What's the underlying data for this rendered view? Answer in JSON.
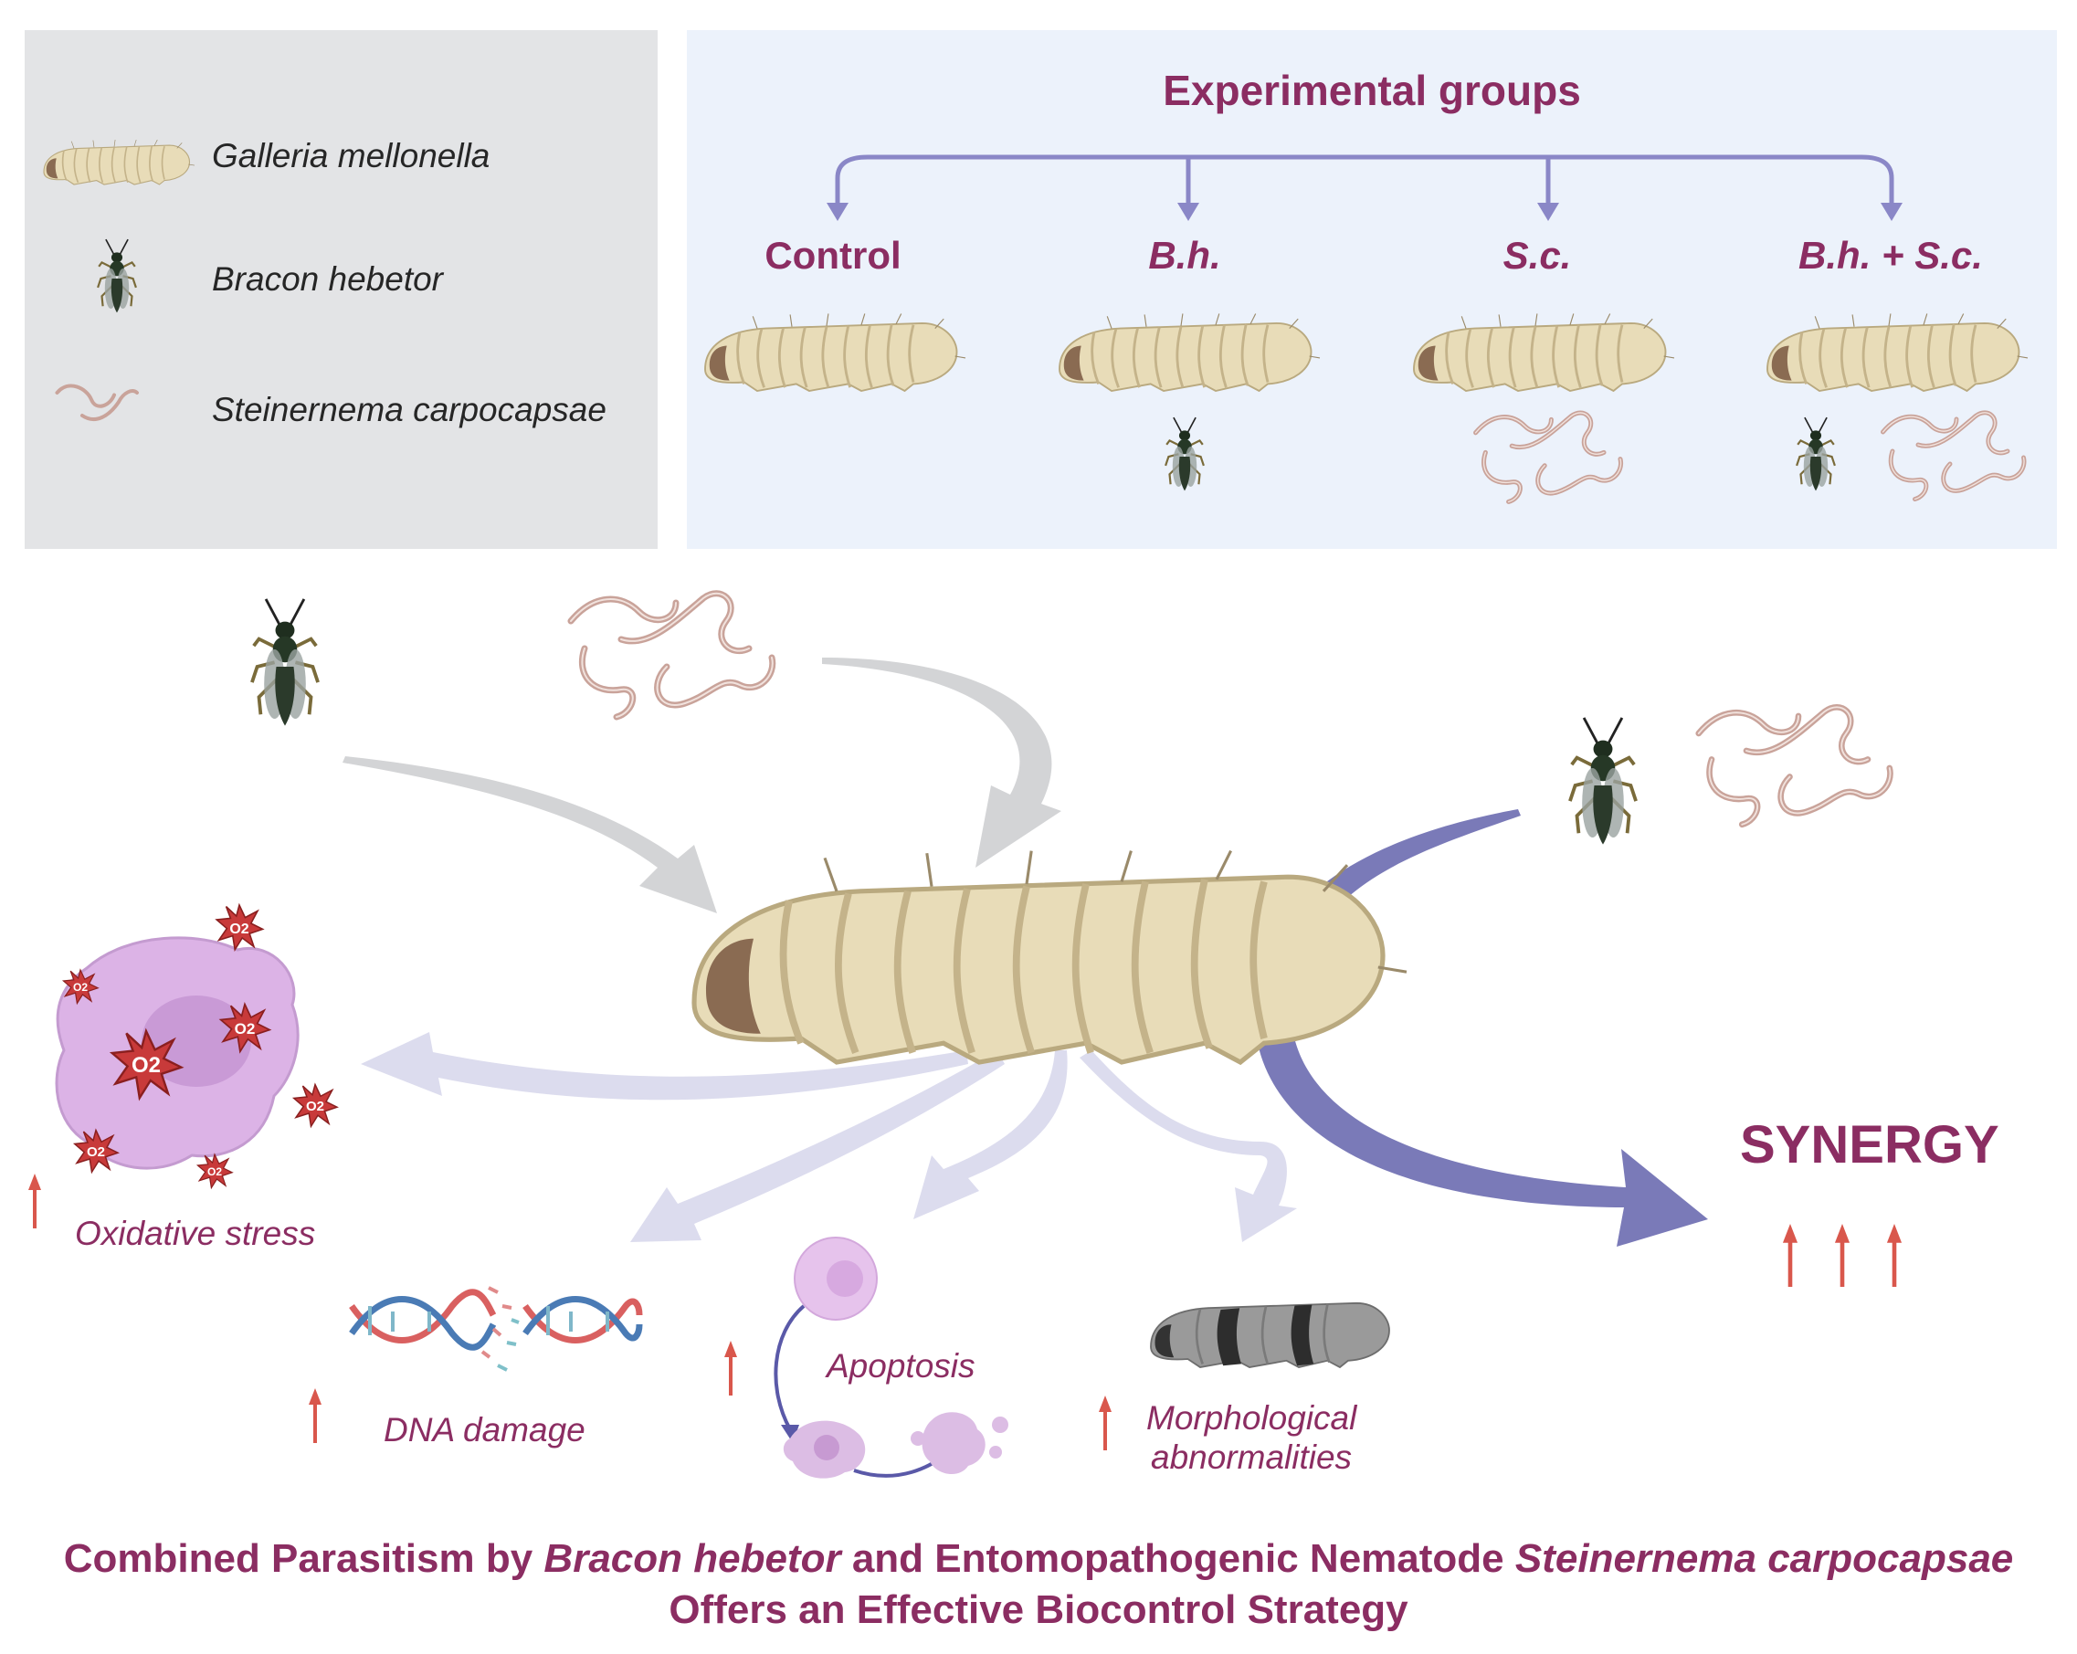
{
  "legend": {
    "items": [
      {
        "icon": "larva-icon",
        "label": "Galleria mellonella"
      },
      {
        "icon": "wasp-icon",
        "label": "Bracon hebetor"
      },
      {
        "icon": "nematode-icon",
        "label": "Steinernema carpocapsae"
      }
    ]
  },
  "groups": {
    "title": "Experimental groups",
    "labels": [
      "Control",
      "B.h.",
      "S.c.",
      "B.h. + S.c."
    ]
  },
  "effects": {
    "oxidative": "Oxidative stress",
    "dna": "DNA damage",
    "apoptosis": "Apoptosis",
    "morph_line1": "Morphological",
    "morph_line2": "abnormalities",
    "synergy": "SYNERGY",
    "o2_badge": "O2"
  },
  "caption": {
    "line1_a": "Combined Parasitism by ",
    "line1_b": "Bracon hebetor",
    "line1_c": " and Entomopathogenic Nematode ",
    "line1_d": "Steinernema carpocapsae",
    "line2": "Offers an Effective Biocontrol Strategy"
  },
  "colors": {
    "title": "#8b2d62",
    "arrow_purple": "#7a7ab8",
    "arrow_grey": "#d3d4d6",
    "arrow_light": "#dcdcee",
    "up_arrow": "#d9574c",
    "larva": "#e8dcb8",
    "cell": "#dcb3e6"
  }
}
